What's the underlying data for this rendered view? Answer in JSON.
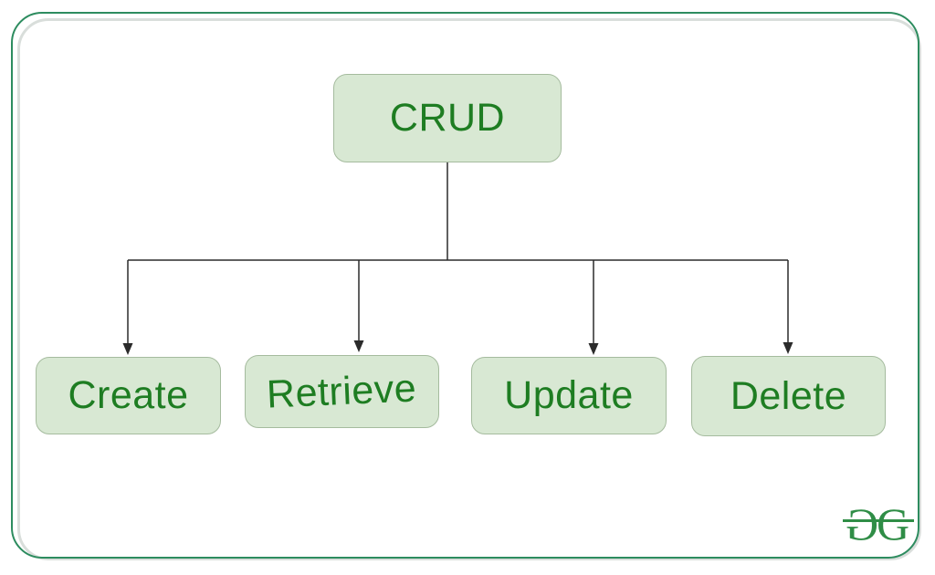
{
  "diagram": {
    "root": {
      "label": "CRUD"
    },
    "children": [
      {
        "label": "Create"
      },
      {
        "label": "Retrieve"
      },
      {
        "label": "Update"
      },
      {
        "label": "Delete"
      }
    ]
  },
  "logo": {
    "left_letter": "G",
    "right_letter": "G"
  },
  "colors": {
    "background": "#ffffff",
    "frame_border": "#2d8c5f",
    "frame_shadow": "#d9dedb",
    "node_fill": "#d8e8d3",
    "node_border": "#a5bb9e",
    "node_text": "#1e7d22",
    "connector": "#2b2b2b",
    "logo_green": "#2f8d46"
  }
}
